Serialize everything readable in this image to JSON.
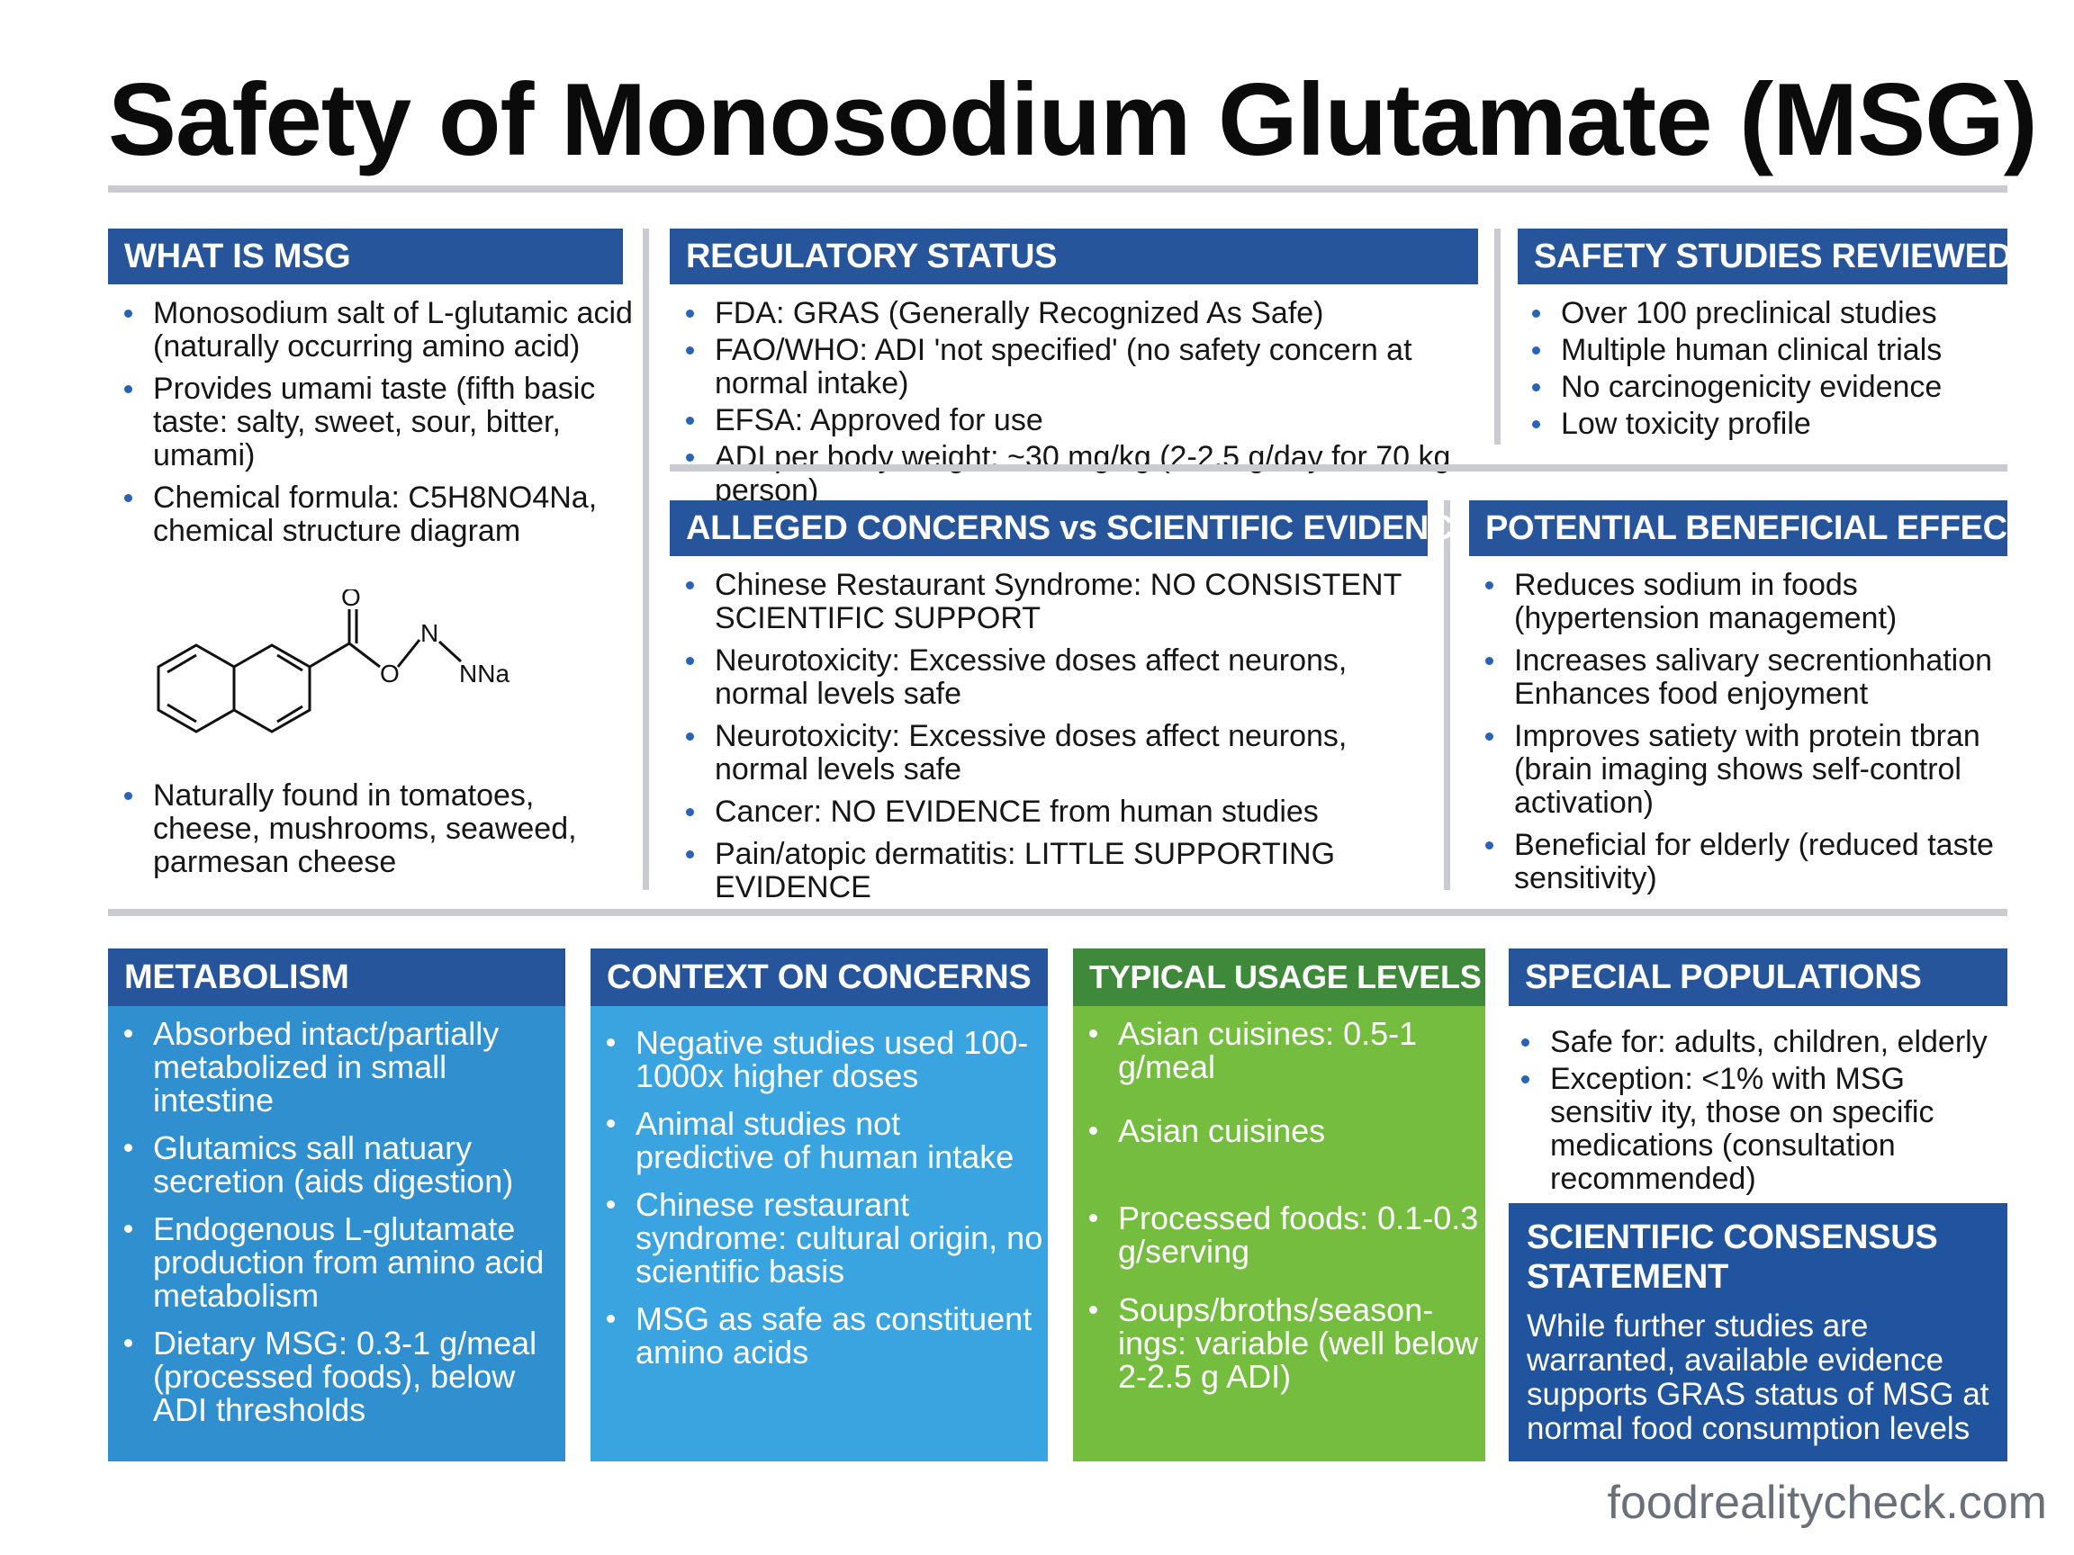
{
  "title": "Safety of Monosodium Glutamate (MSG)",
  "sections": {
    "what_is_msg": {
      "heading": "WHAT IS MSG",
      "items": [
        "Monosodium salt of L-glutamic acid (naturally occurring amino acid)",
        "Provides umami taste (fifth basic taste: salty, sweet, sour, bitter, umami)",
        "Chemical formula: C5H8NO4Na, chemical structure diagram"
      ],
      "items_after": [
        "Naturally found in tomatoes, cheese, mushrooms, seaweed, parmesan cheese"
      ],
      "molecule": {
        "o_top": "O",
        "o_ring": "O",
        "n": "N",
        "na": "NNa"
      }
    },
    "regulatory_status": {
      "heading": "REGULATORY STATUS",
      "items": [
        "FDA: GRAS (Generally Recognized As Safe)",
        "FAO/WHO: ADI 'not specified' (no safety concern at normal intake)",
        "EFSA: Approved for use",
        "ADI per body weight: ~30 mg/kg (2-2.5 g/day for 70 kg person)"
      ]
    },
    "safety_studies": {
      "heading": "SAFETY STUDIES REVIEWED",
      "items": [
        "Over 100 preclinical studies",
        "Multiple human clinical trials",
        "No carcinogenicity evidence",
        "Low toxicity profile"
      ]
    },
    "alleged_concerns": {
      "heading": "ALLEGED CONCERNS vs SCIENTIFIC EVIDENCE",
      "items": [
        "Chinese Restaurant Syndrome: NO CONSISTENT SCIENTIFIC SUPPORT",
        "Neurotoxicity: Excessive doses affect neurons, normal levels safe",
        "Neurotoxicity: Excessive doses affect neurons, normal levels safe",
        "Cancer: NO EVIDENCE from human studies",
        "Pain/atopic dermatitis: LITTLE SUPPORTING EVIDENCE"
      ]
    },
    "beneficial_effects": {
      "heading": "POTENTIAL BENEFICIAL EFFECTS",
      "items": [
        "Reduces sodium in foods (hypertension management)",
        "Increases salivary secrentionhation Enhances food enjoyment",
        "Improves satiety with protein tbran (brain imaging shows self-control activation)",
        "Beneficial for elderly (reduced taste sensitivity)"
      ]
    },
    "metabolism": {
      "heading": "METABOLISM",
      "items": [
        "Absorbed intact/partially metabolized in small intestine",
        "Glutamics sall natuary secretion (aids digestion)",
        "Endogenous L-glutamate production from amino acid metabolism",
        "Dietary MSG: 0.3-1 g/meal (processed foods), below ADI thresholds"
      ]
    },
    "context_on_concerns": {
      "heading": "CONTEXT ON CONCERNS",
      "items": [
        "Negative studies used 100-1000x higher doses",
        "Animal studies not predictive of human intake",
        "Chinese restaurant syndrome: cultural origin, no scientific basis",
        "MSG as safe as constituent amino acids"
      ]
    },
    "typical_usage": {
      "heading": "TYPICAL USAGE LEVELS",
      "items": [
        "Asian cuisines: 0.5-1 g/meal",
        "Asian cuisines",
        "Processed foods: 0.1-0.3 g/serving",
        "Soups/broths/season-ings: variable (well below 2-2.5 g ADI)"
      ]
    },
    "special_populations": {
      "heading": "SPECIAL POPULATIONS",
      "items": [
        "Safe for: adults, children, elderly",
        "Exception: <1% with MSG sensitiv ity, those on specific medications (consultation recommended)"
      ]
    },
    "consensus": {
      "heading": "SCIENTIFIC CONSENSUS STATEMENT",
      "body": "While further studies are warranted, available evidence supports GRAS status of MSG at normal food consumption levels"
    }
  },
  "footer": "foodrealitycheck.com",
  "colors": {
    "header_blue": "#27559b",
    "metabolism_blue": "#2f8fcf",
    "context_blue": "#3aa4e0",
    "usage_green": "#74bd3f",
    "consensus_blue": "#20549f"
  }
}
